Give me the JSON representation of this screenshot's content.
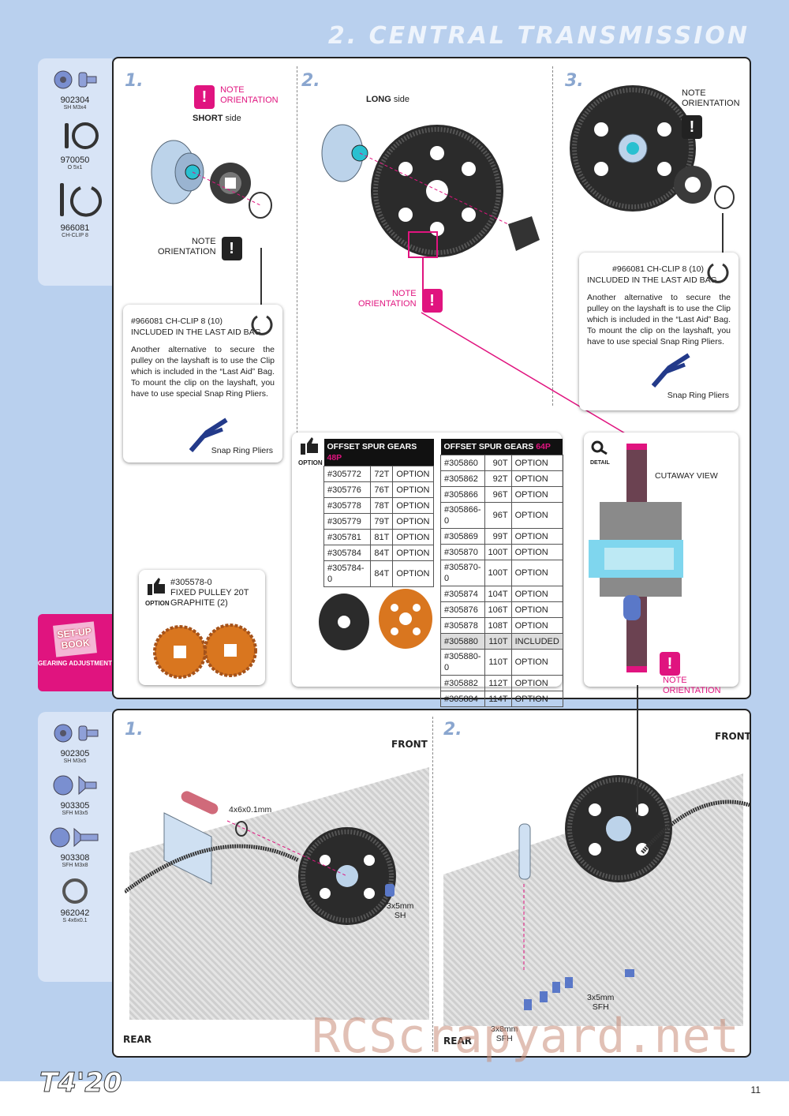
{
  "header": {
    "title": "2. CENTRAL TRANSMISSION"
  },
  "sidebar_top": [
    {
      "code": "902304",
      "desc": "SH M3x4",
      "icon": "screw-sh-icon"
    },
    {
      "code": "970050",
      "desc": "O 5x1",
      "icon": "o-ring-icon"
    },
    {
      "code": "966081",
      "desc": "CH-CLIP 8",
      "icon": "clip-icon"
    }
  ],
  "sidebar_bottom": [
    {
      "code": "902305",
      "desc": "SH M3x5",
      "icon": "screw-sh-icon"
    },
    {
      "code": "903305",
      "desc": "SFH M3x5",
      "icon": "screw-sfh-icon"
    },
    {
      "code": "903308",
      "desc": "SFH M3x8",
      "icon": "screw-sfh-long-icon"
    },
    {
      "code": "962042",
      "desc": "S 4x6x0.1",
      "icon": "shim-icon"
    }
  ],
  "steps_top": {
    "s1": "1.",
    "s2": "2.",
    "s3": "3."
  },
  "labels": {
    "note_orientation_1": "NOTE",
    "note_orientation_2": "ORIENTATION",
    "short_side_b": "SHORT",
    "short_side": " side",
    "long_side_b": "LONG",
    "long_side": " side",
    "pliers": "Snap Ring Pliers",
    "cutaway": "CUTAWAY VIEW",
    "detail": "DETAIL",
    "option": "OPTION",
    "front": "FRONT",
    "rear": "REAR",
    "shim": "4x6x0.1mm",
    "screw_3x5_a": "3x5mm",
    "screw_3x5_b": "SH",
    "screw_sfh_a": "3x5mm",
    "screw_sfh_b": "SFH",
    "screw_3x8_a": "3x8mm",
    "screw_3x8_b": "SFH"
  },
  "clip_callout": {
    "title_1": "#966081 CH-CLIP 8 (10)",
    "title_2": "INCLUDED IN THE LAST AID BAG",
    "body": "Another alternative to secure the pulley on the layshaft is to use the Clip which is included in the “Last Aid” Bag. To mount the clip on the layshaft, you have to use special Snap Ring Pliers."
  },
  "pulley_option": {
    "line1": "#305578-0",
    "line2": "FIXED PULLEY 20T",
    "line3": "GRAPHITE (2)"
  },
  "spur_48": {
    "header": "OFFSET SPUR GEARS ",
    "hl": "48P",
    "rows": [
      [
        "#305772",
        "72T",
        "OPTION"
      ],
      [
        "#305776",
        "76T",
        "OPTION"
      ],
      [
        "#305778",
        "78T",
        "OPTION"
      ],
      [
        "#305779",
        "79T",
        "OPTION"
      ],
      [
        "#305781",
        "81T",
        "OPTION"
      ],
      [
        "#305784",
        "84T",
        "OPTION"
      ],
      [
        "#305784-0",
        "84T",
        "OPTION"
      ]
    ]
  },
  "spur_64": {
    "header": "OFFSET SPUR GEARS ",
    "hl": "64P",
    "rows": [
      [
        "#305860",
        "90T",
        "OPTION"
      ],
      [
        "#305862",
        "92T",
        "OPTION"
      ],
      [
        "#305866",
        "96T",
        "OPTION"
      ],
      [
        "#305866-0",
        "96T",
        "OPTION"
      ],
      [
        "#305869",
        "99T",
        "OPTION"
      ],
      [
        "#305870",
        "100T",
        "OPTION"
      ],
      [
        "#305870-0",
        "100T",
        "OPTION"
      ],
      [
        "#305874",
        "104T",
        "OPTION"
      ],
      [
        "#305876",
        "106T",
        "OPTION"
      ],
      [
        "#305878",
        "108T",
        "OPTION"
      ],
      [
        "#305880",
        "110T",
        "INCLUDED"
      ],
      [
        "#305880-0",
        "110T",
        "OPTION"
      ],
      [
        "#305882",
        "112T",
        "OPTION"
      ],
      [
        "#305884",
        "114T",
        "OPTION"
      ]
    ]
  },
  "setup_book": {
    "line1": "SET-UP",
    "line2": "BOOK",
    "caption": "GEARING ADJUSTMENT"
  },
  "steps_bottom": {
    "s1": "1.",
    "s2": "2."
  },
  "footer": {
    "logo": "T4'20",
    "page": "11",
    "watermark": "RCScrapyard.net"
  },
  "colors": {
    "accent": "#e0147f",
    "panel_bg": "#b9d0ee",
    "step_blue": "#8aa6cf",
    "gear_dark": "#2b2b2b",
    "gear_orange": "#d9761f"
  }
}
